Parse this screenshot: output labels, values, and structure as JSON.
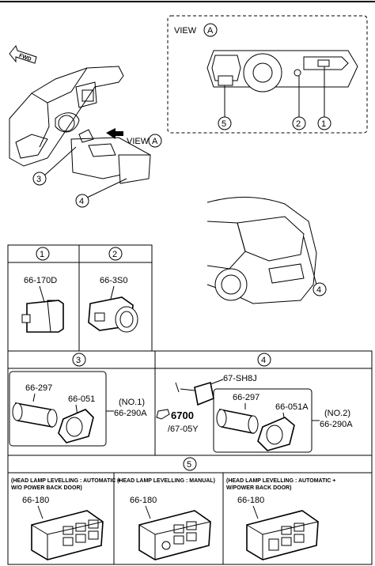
{
  "overview": {
    "fwd_label": "FWD",
    "view_word": "VIEW",
    "view_letter": "A",
    "callouts": [
      "1",
      "2",
      "3",
      "4",
      "5"
    ]
  },
  "sections": {
    "s1": {
      "num": "1",
      "part": "66-170D"
    },
    "s2": {
      "num": "2",
      "part": "66-3S0"
    },
    "s3": {
      "num": "3",
      "part_a": "66-297",
      "part_b": "66-051",
      "assy_note": "(NO.1)",
      "assy": "66-290A"
    },
    "s4": {
      "num": "4",
      "connector": "67-SH8J",
      "ref_main": "6700",
      "ref_sub": "/67-05Y",
      "part_a": "66-297",
      "part_b": "66-051A",
      "assy_note": "(NO.2)",
      "assy": "66-290A"
    },
    "s5": {
      "num": "5",
      "variants": [
        {
          "line1": "(HEAD LAMP LEVELLING : AUTOMATIC +",
          "line2": "W/O POWER BACK DOOR)",
          "part": "66-180"
        },
        {
          "line1": "(HEAD LAMP LEVELLING : MANUAL)",
          "line2": "",
          "part": "66-180"
        },
        {
          "line1": "(HEAD LAMP LEVELLING : AUTOMATIC +",
          "line2": "W/POWER BACK DOOR)",
          "part": "66-180"
        }
      ]
    }
  }
}
